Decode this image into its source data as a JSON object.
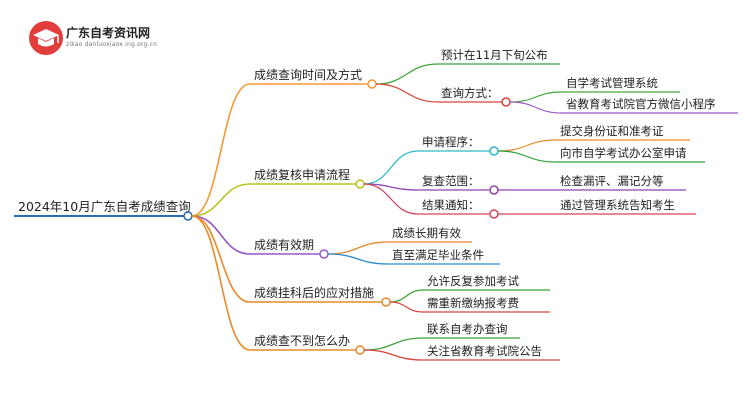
{
  "site": {
    "name": "广东自考资讯网",
    "url": "zikao danluoxiaox ing.org.cn",
    "logo_icon": "graduation-cap-icon"
  },
  "root": {
    "label": "2024年10月广东自考成绩查询"
  },
  "branches": [
    {
      "label": "成绩查询时间及方式",
      "color": "#f39a35",
      "children": [
        {
          "label": "预计在11月下旬公布",
          "color": "#3fa33a"
        },
        {
          "label": "查询方式：",
          "color": "#d8453a",
          "children": [
            {
              "label": "自学考试管理系统",
              "color": "#43a83a"
            },
            {
              "label": "省教育考试院官方微信小程序",
              "color": "#9b59c6"
            }
          ]
        }
      ]
    },
    {
      "label": "成绩复核申请流程",
      "color": "#b8c21e",
      "children": [
        {
          "label": "申请程序：",
          "color": "#2db9c8",
          "children": [
            {
              "label": "提交身份证和准考证",
              "color": "#e98a26"
            },
            {
              "label": "向市自学考试办公室申请",
              "color": "#2e9f3a"
            }
          ]
        },
        {
          "label": "复查范围：",
          "color": "#8e44ad",
          "children": [
            {
              "label": "检查漏评、漏记分等",
              "color": "#8e44ad"
            }
          ]
        },
        {
          "label": "结果通知：",
          "color": "#d8455a",
          "children": [
            {
              "label": "通过管理系统告知考生",
              "color": "#d8455a"
            }
          ]
        }
      ]
    },
    {
      "label": "成绩有效期",
      "color": "#9b59c6",
      "children": [
        {
          "label": "成绩长期有效",
          "color": "#e6832c"
        },
        {
          "label": "直至满足毕业条件",
          "color": "#2d8ccf"
        }
      ]
    },
    {
      "label": "成绩挂科后的应对措施",
      "color": "#e98a26",
      "children": [
        {
          "label": "允许反复参加考试",
          "color": "#3fa33a"
        },
        {
          "label": "需重新缴纳报考费",
          "color": "#d8453a"
        }
      ]
    },
    {
      "label": "成绩查不到怎么办",
      "color": "#e98a26",
      "children": [
        {
          "label": "联系自考办查询",
          "color": "#3fa33a"
        },
        {
          "label": "关注省教育考试院公告",
          "color": "#d8453a"
        }
      ]
    }
  ],
  "colors": {
    "root_line": "#2c6cb0",
    "text": "#222222"
  }
}
